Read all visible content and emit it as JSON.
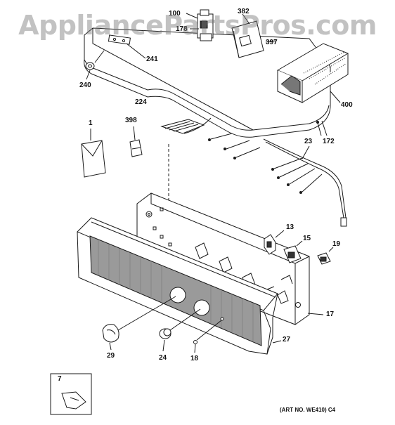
{
  "watermark": "AppliancePartsPros.com",
  "art_number": "(ART NO. WE410) C4",
  "callouts": [
    {
      "id": "c-100",
      "label": "100"
    },
    {
      "id": "c-178",
      "label": "178"
    },
    {
      "id": "c-382",
      "label": "382"
    },
    {
      "id": "c-397",
      "label": "397"
    },
    {
      "id": "c-241",
      "label": "241"
    },
    {
      "id": "c-240",
      "label": "240"
    },
    {
      "id": "c-224",
      "label": "224"
    },
    {
      "id": "c-400",
      "label": "400"
    },
    {
      "id": "c-1",
      "label": "1"
    },
    {
      "id": "c-398",
      "label": "398"
    },
    {
      "id": "c-172",
      "label": "172"
    },
    {
      "id": "c-23",
      "label": "23"
    },
    {
      "id": "c-13",
      "label": "13"
    },
    {
      "id": "c-15",
      "label": "15"
    },
    {
      "id": "c-19",
      "label": "19"
    },
    {
      "id": "c-17",
      "label": "17"
    },
    {
      "id": "c-27",
      "label": "27"
    },
    {
      "id": "c-29",
      "label": "29"
    },
    {
      "id": "c-24",
      "label": "24"
    },
    {
      "id": "c-18",
      "label": "18"
    },
    {
      "id": "c-7",
      "label": "7"
    }
  ],
  "colors": {
    "ink": "#1a1a1a",
    "grille": "#9a9a9a",
    "watermark": "#8a8a8a"
  }
}
